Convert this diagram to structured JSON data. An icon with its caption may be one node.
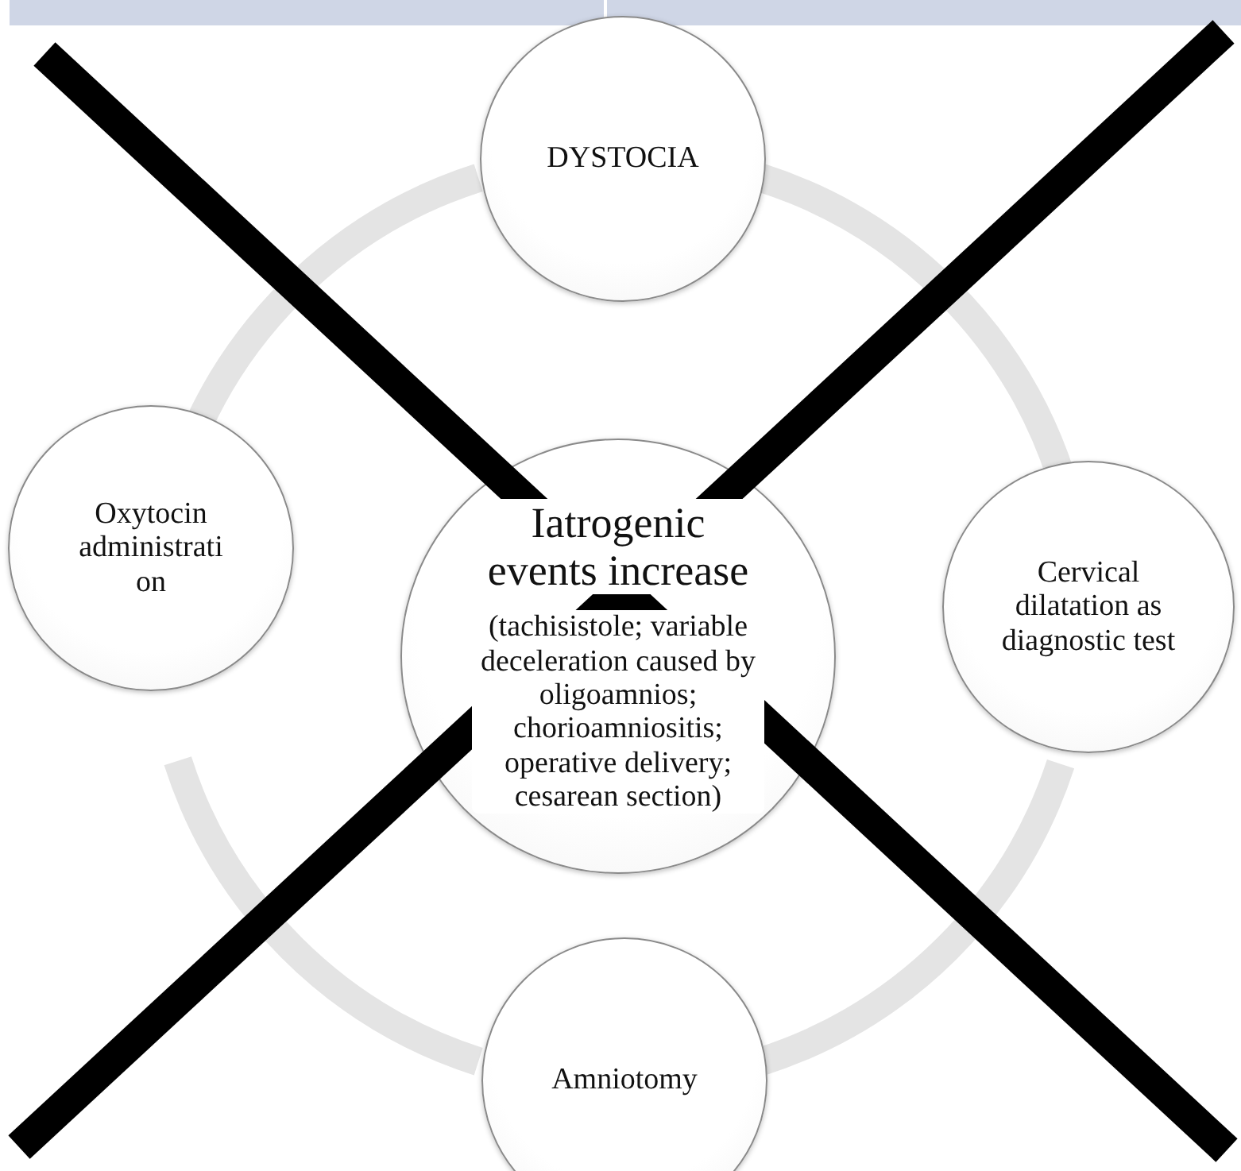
{
  "diagram": {
    "nodes": [
      {
        "text": [
          "DYSTOCIA"
        ]
      },
      {
        "text": [
          "Cervical dilatation as diagnostic test"
        ]
      },
      {
        "text": [
          "Amniotomy"
        ]
      },
      {
        "text": [
          "Oxytocin administrati on"
        ]
      },
      {
        "text": [
          "Iatrogenic events increase",
          "(tachisistole; variable deceleration caused by oligoamnios; chorioamniositis; operative delivery; cesarean section)"
        ]
      }
    ],
    "edges": [
      {
        "from": 0,
        "to": 1,
        "arrow": "none"
      },
      {
        "from": 1,
        "to": 2,
        "arrow": "none"
      },
      {
        "from": 2,
        "to": 3,
        "arrow": "none"
      },
      {
        "from": 3,
        "to": 0,
        "arrow": "none"
      }
    ]
  }
}
